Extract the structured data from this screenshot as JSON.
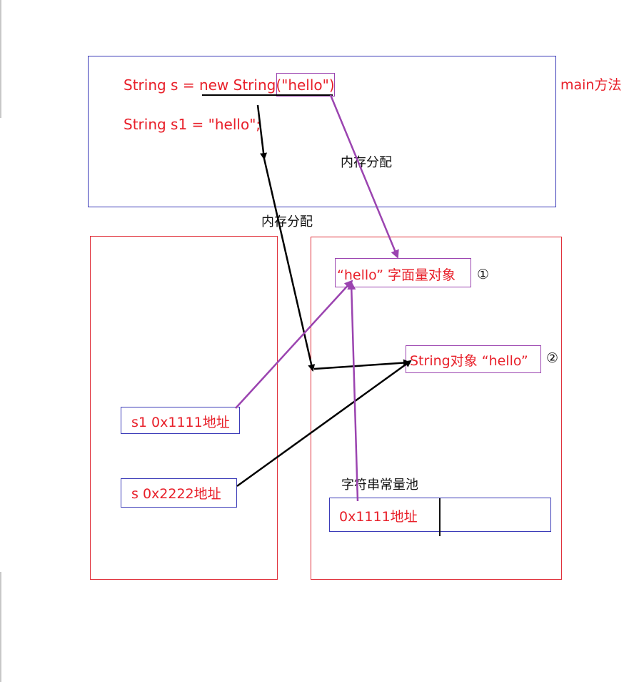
{
  "main_frame": {
    "code_line1": "String s = new String(\"hello\")",
    "code_line2": "String s1 = \"hello\";",
    "label": "main方法"
  },
  "annotations": {
    "alloc_1": "内存分配",
    "alloc_2": "内存分配"
  },
  "stack": {
    "s1_var": "s1 0x1111地址",
    "s_var": "s 0x2222地址"
  },
  "heap": {
    "literal_obj": "“hello” 字面量对象",
    "literal_num": "①",
    "string_obj": "String对象 “hello”",
    "string_num": "②",
    "pool_label": "字符串常量池",
    "pool_entry": "0x1111地址"
  },
  "colors": {
    "frame_blue": "#3b3bb8",
    "region_red": "#e0303a",
    "highlight_purple": "#9b44b0",
    "text_red": "#e8202a",
    "arrow_black": "#000000"
  }
}
